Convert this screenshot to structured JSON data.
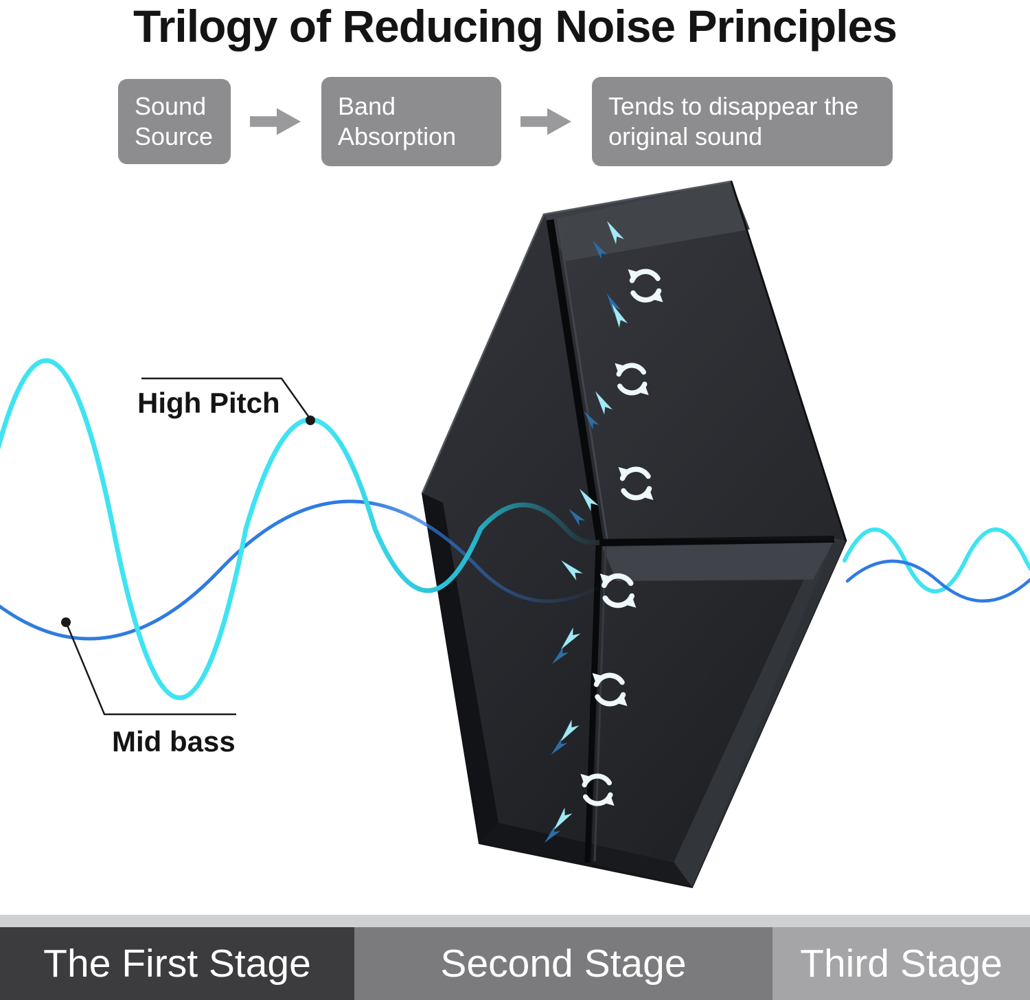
{
  "title": "Trilogy of Reducing Noise Principles",
  "flow": {
    "steps": [
      {
        "label": "Sound Source"
      },
      {
        "label": "Band Absorption"
      },
      {
        "label": "Tends to disappear the original sound"
      }
    ]
  },
  "wave_labels": {
    "high_pitch": "High Pitch",
    "mid_bass": "Mid bass"
  },
  "stages": [
    {
      "label": "The First Stage",
      "color": "#3c3c3e"
    },
    {
      "label": "Second Stage",
      "color": "#7b7b7d"
    },
    {
      "label": "Third Stage",
      "color": "#a5a5a7"
    }
  ],
  "icons": {
    "flow_arrow": "right-arrow",
    "swirl": "circular-absorption-arrows",
    "absorption_arrow": "sound-dart-arrow",
    "callout_dot": "wave-anchor-dot"
  },
  "colors": {
    "flow_box": "#8d8d8f",
    "flow_arrow": "#9a9a9d",
    "high_pitch_wave": "#3fe3f2",
    "mid_bass_wave": "#2f7ce0",
    "panel_dark": "#1e1f23",
    "stage_strip": "#cfd0d2",
    "title_text": "#141414",
    "stage_text": "#ffffff"
  }
}
